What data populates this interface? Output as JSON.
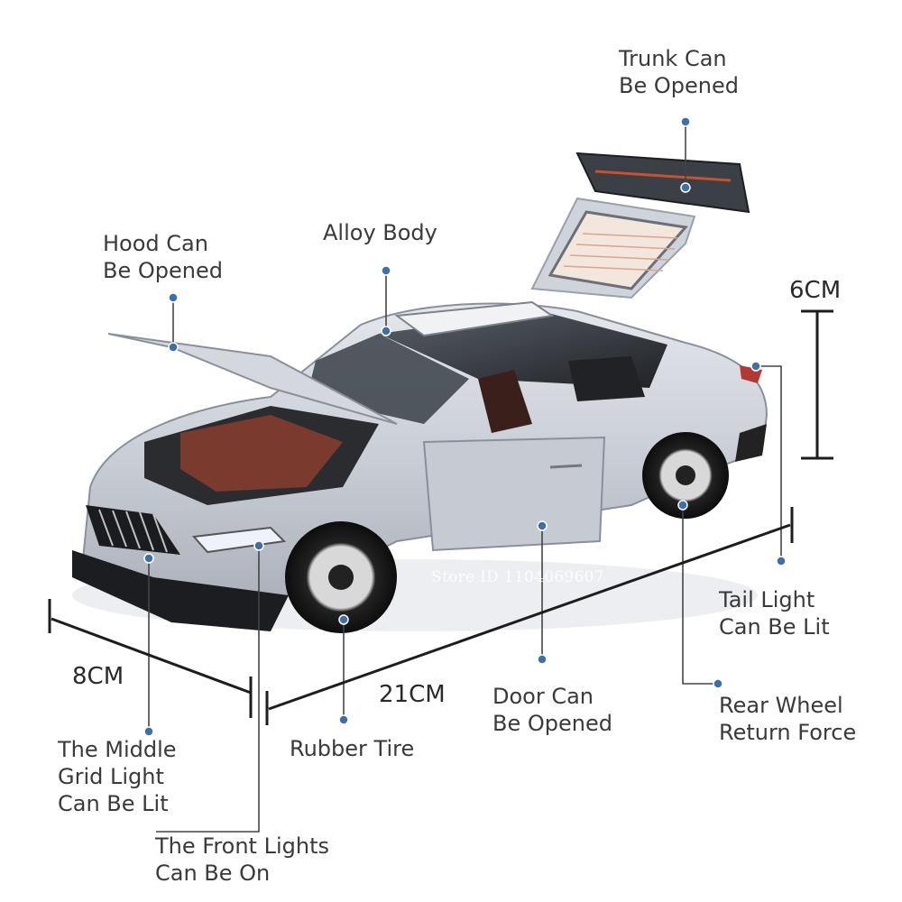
{
  "labels": {
    "trunk": [
      "Trunk Can",
      "Be Opened"
    ],
    "alloy": [
      "Alloy Body"
    ],
    "hood": [
      "Hood Can",
      "Be Opened"
    ],
    "tail": [
      "Tail Light",
      "Can Be Lit"
    ],
    "door": [
      "Door Can",
      "Be Opened"
    ],
    "rear_wheel": [
      "Rear Wheel",
      "Return Force"
    ],
    "rubber": [
      "Rubber Tire"
    ],
    "grid": [
      "The Middle",
      "Grid Light",
      "Can Be Lit"
    ],
    "front": [
      "The Front Lights",
      "Can Be On"
    ]
  },
  "dimensions": {
    "height": "6CM",
    "width": "8CM",
    "length": "21CM"
  },
  "watermark": "Store ID 1104069607",
  "colors": {
    "body": "#c8ccd4",
    "dot": "#3f6fa8",
    "line": "#444444",
    "interior": "#7a3b2e"
  }
}
